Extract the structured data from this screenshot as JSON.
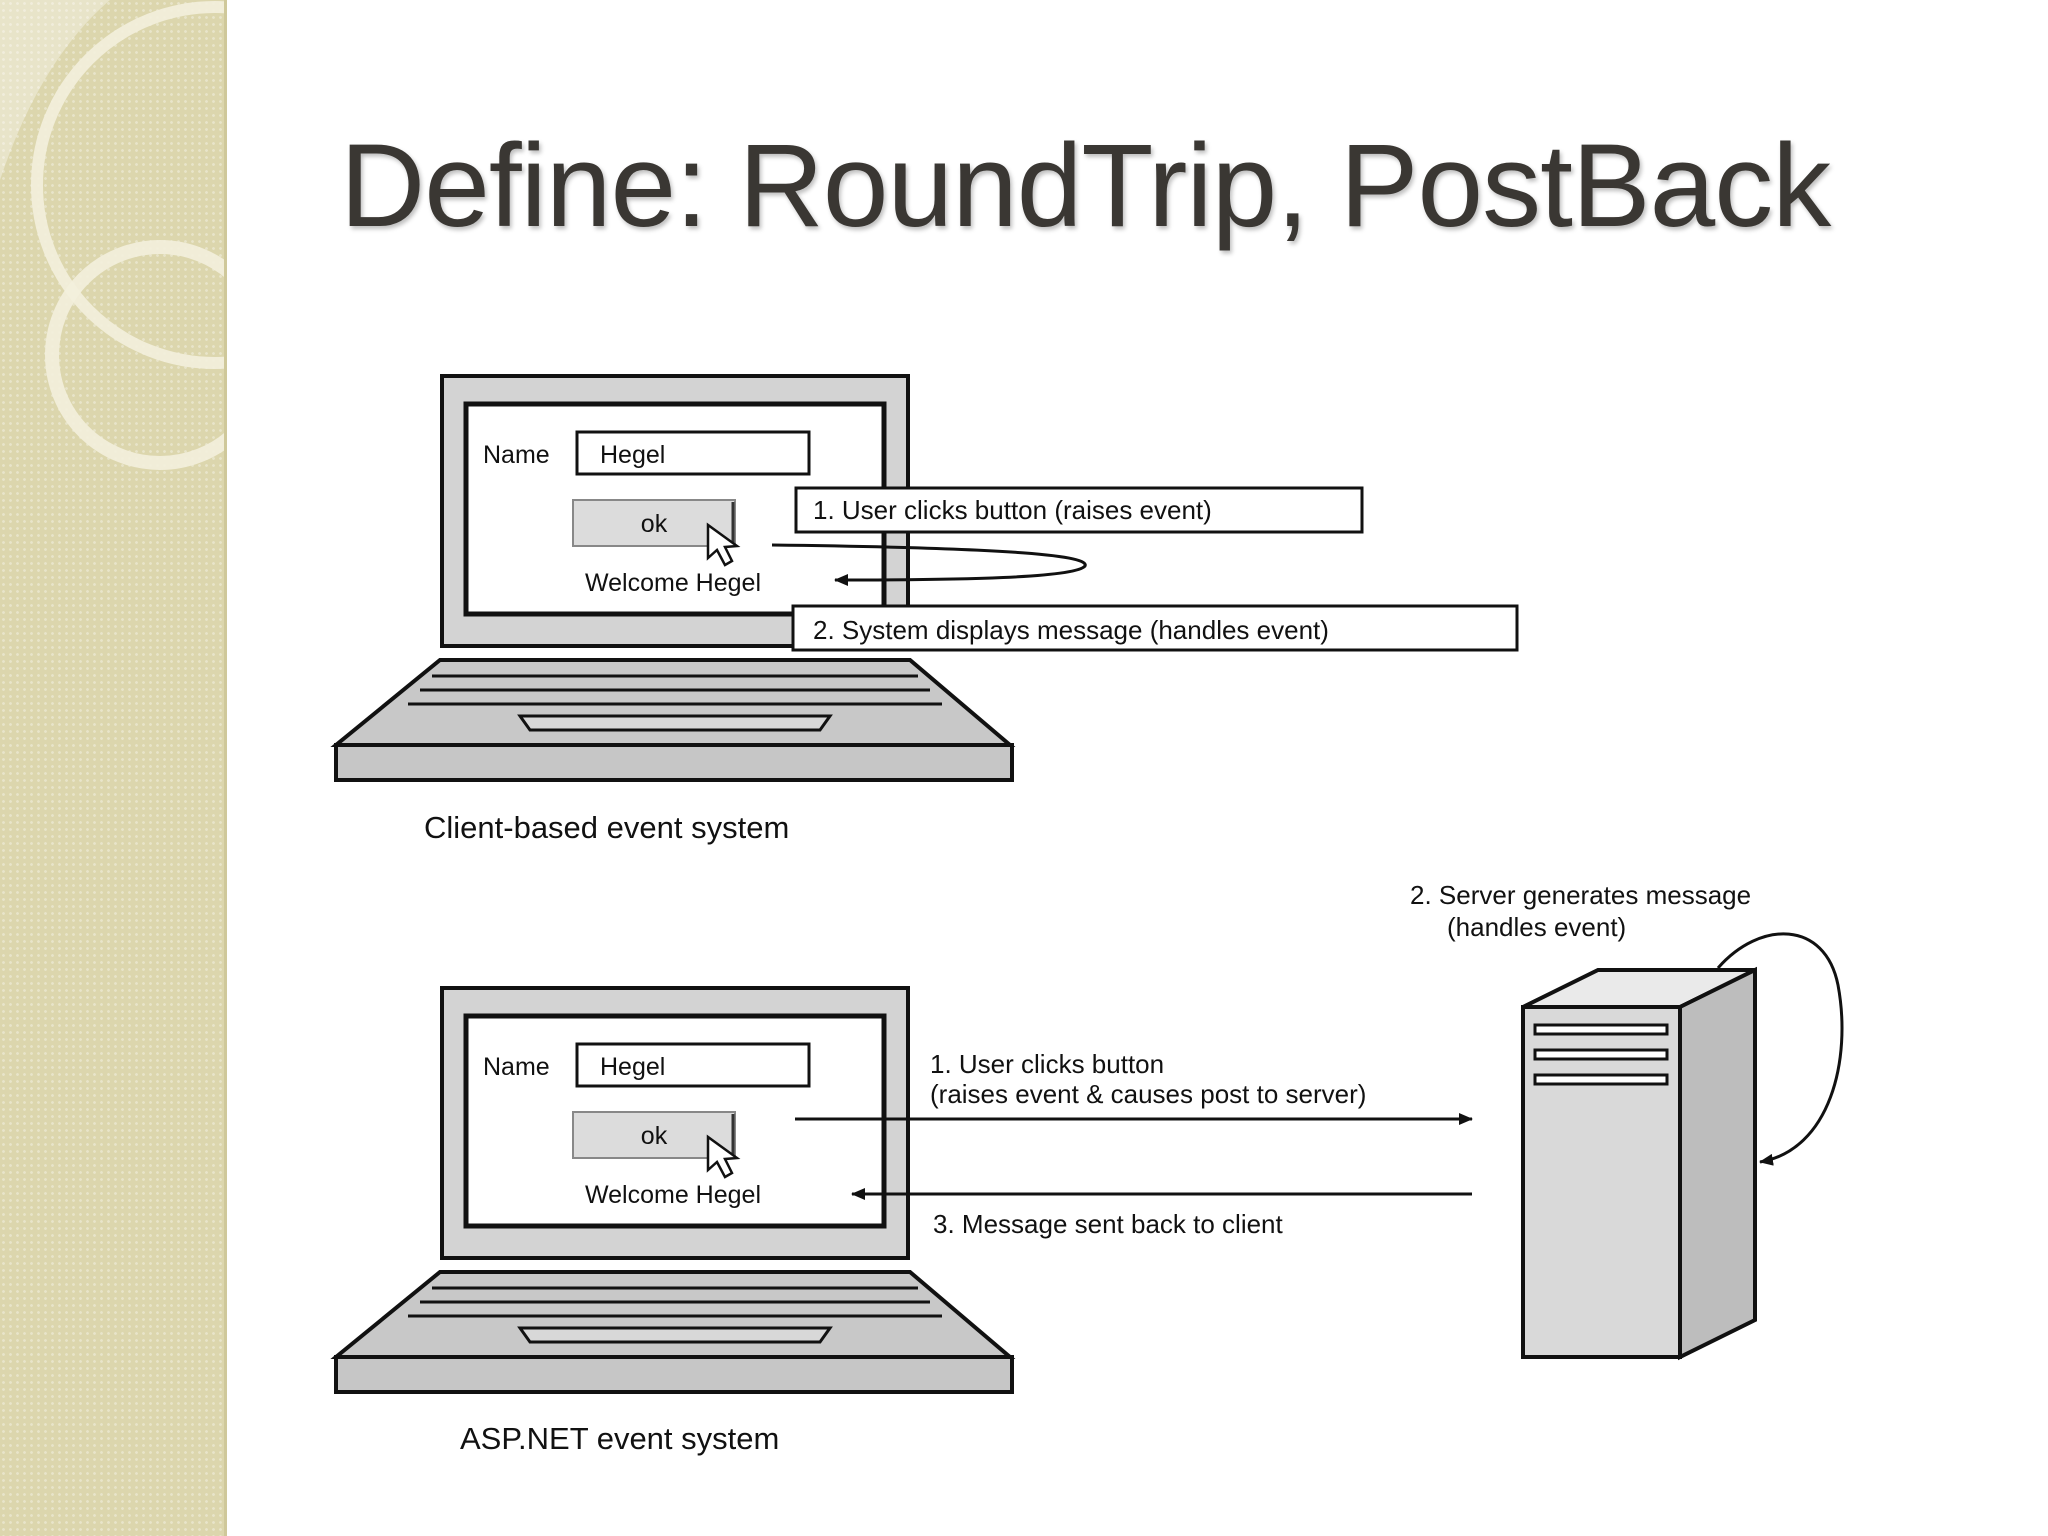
{
  "slide": {
    "title": "Define: RoundTrip, PostBack"
  },
  "client_panel": {
    "name_label": "Name",
    "name_value": "Hegel",
    "button_label": "ok",
    "welcome_text": "Welcome Hegel",
    "step1": "1. User clicks button (raises event)",
    "step2": "2. System displays message  (handles event)",
    "caption": "Client-based event system"
  },
  "server_panel": {
    "name_label": "Name",
    "name_value": "Hegel",
    "button_label": "ok",
    "welcome_text": "Welcome Hegel",
    "step1_line1": "1. User clicks button",
    "step1_line2": "(raises event & causes post to server)",
    "step2_line1": "2. Server generates message",
    "step2_line2": "(handles event)",
    "step3": "3. Message sent back to client",
    "caption": "ASP.NET event system"
  },
  "colors": {
    "sidebar": "#dcd6ad",
    "title": "#3a3733",
    "device_gray": "#cfcfcf",
    "ink": "#111111"
  }
}
